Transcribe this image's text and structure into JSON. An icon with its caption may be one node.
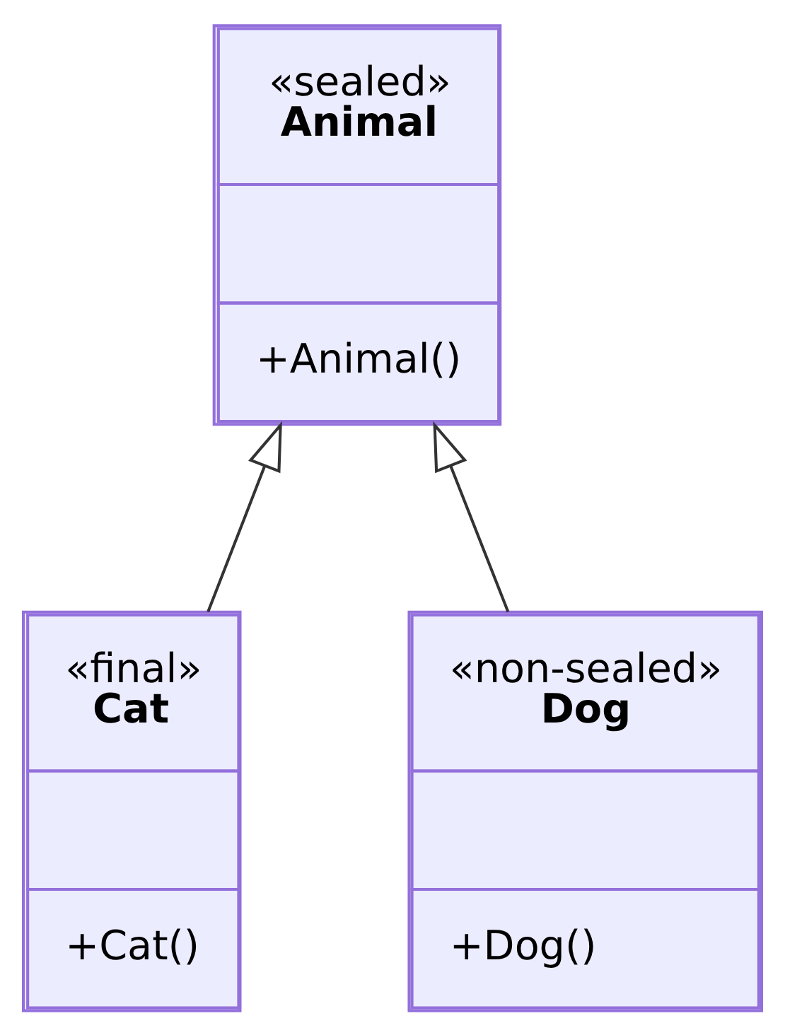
{
  "diagram": {
    "nodes": [
      {
        "text": [
          "«sealed»",
          "Animal",
          "+Animal()"
        ]
      },
      {
        "text": [
          "«final»",
          "Cat",
          "+Cat()"
        ]
      },
      {
        "text": [
          "«non-sealed»",
          "Dog",
          "+Dog()"
        ]
      }
    ],
    "edges": [
      {
        "from": 1,
        "to": 0,
        "arrow": "to"
      },
      {
        "from": 2,
        "to": 0,
        "arrow": "to"
      }
    ]
  }
}
